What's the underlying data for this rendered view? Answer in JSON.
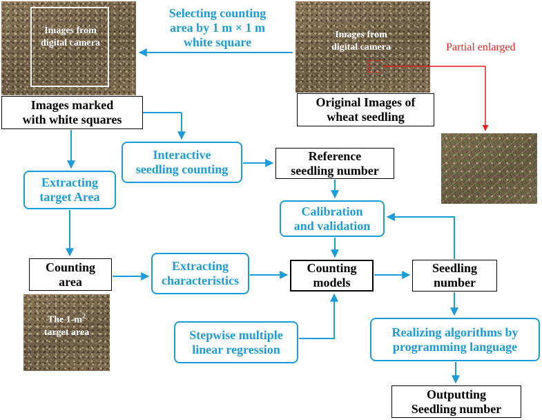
{
  "colors": {
    "accent": "#1b9bd7",
    "highlight": "#e3211c",
    "line": "#000000"
  },
  "photos": {
    "marked_photo_label": "Images from\ndigital camera",
    "original_photo_label": "Images from\ndigital camera",
    "target_area_label_pre": "The 1-m",
    "target_area_label_sup": "2",
    "target_area_label_post": "target area"
  },
  "annotations": {
    "selecting_area": "Selecting  counting\narea by 1 m × 1 m\nwhite square",
    "partial_enlarged": "Partial enlarged"
  },
  "nodes": {
    "images_marked": "Images marked\nwith white squares",
    "original_images": "Original Images of\nwheat seedling",
    "interactive_counting": "Interactive\nseedling counting",
    "reference_number": "Reference\nseedling number",
    "extracting_target": "Extracting\ntarget Area",
    "calibration": "Calibration\nand validation",
    "counting_area": "Counting\narea",
    "extracting_characteristics": "Extracting\ncharacteristics",
    "counting_models": "Counting\nmodels",
    "seedling_number": "Seedling\nnumber",
    "stepwise_regression": "Stepwise multiple\nlinear regression",
    "realizing_algorithms": "Realizing algorithms by\nprogramming language",
    "outputting": "Outputting\nSeedling number"
  }
}
